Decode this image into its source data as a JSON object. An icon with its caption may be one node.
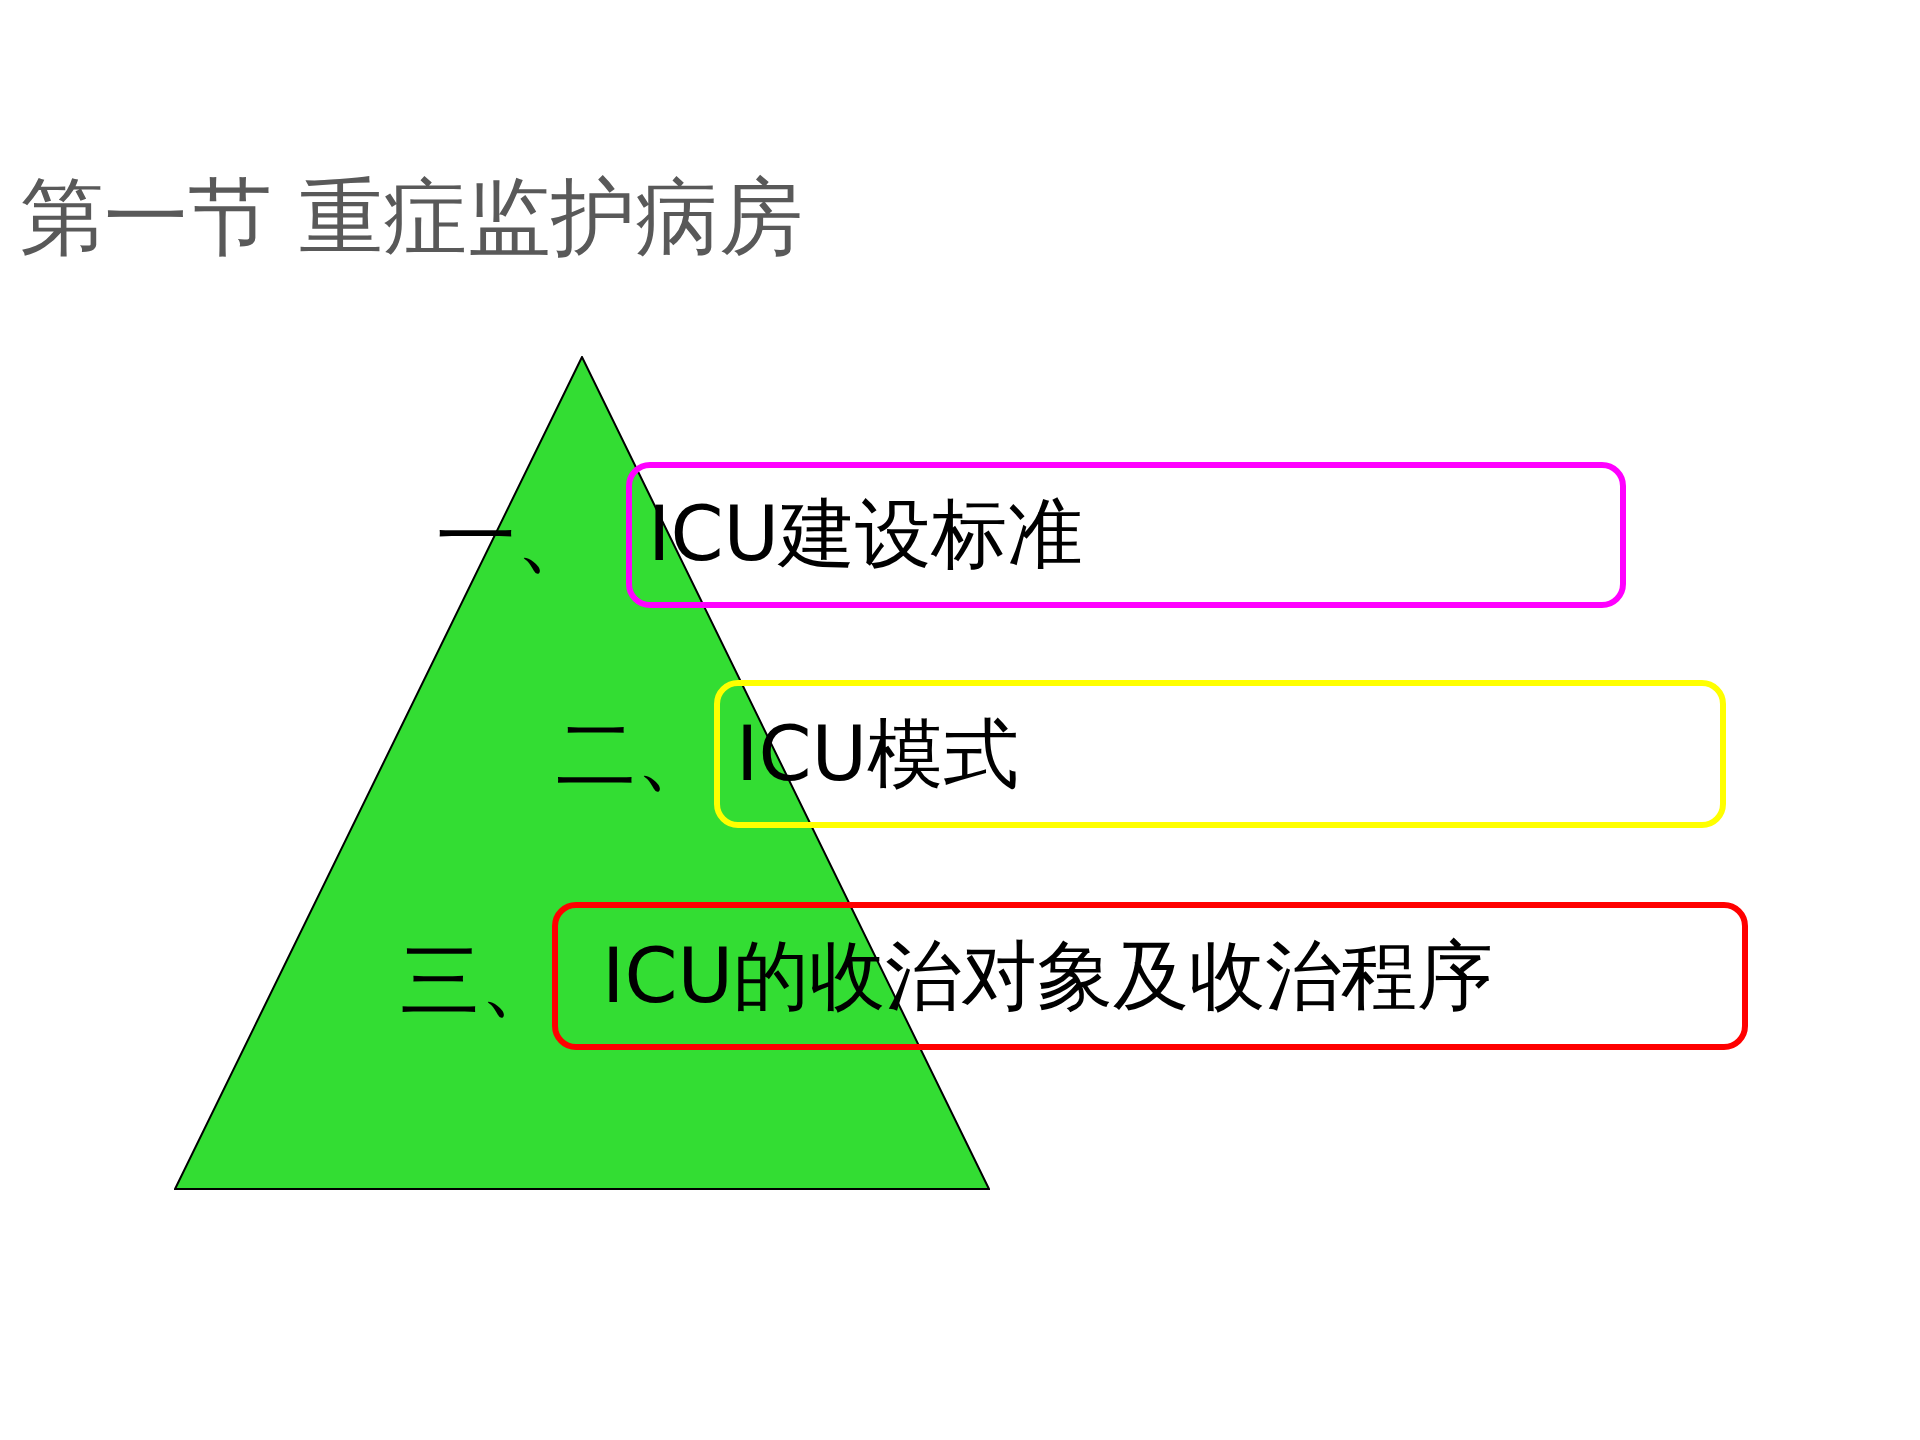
{
  "diagram": {
    "title": "第一节 重症监护病房",
    "nodes": [
      {
        "text": [],
        "shape": "triangle"
      },
      {
        "text": [
          "ICU建设标准"
        ]
      },
      {
        "text": [
          "ICU模式"
        ]
      },
      {
        "text": [
          "ICU的收治对象及收治程序"
        ]
      }
    ],
    "labels": [
      "一、",
      "二、",
      "三、"
    ]
  }
}
